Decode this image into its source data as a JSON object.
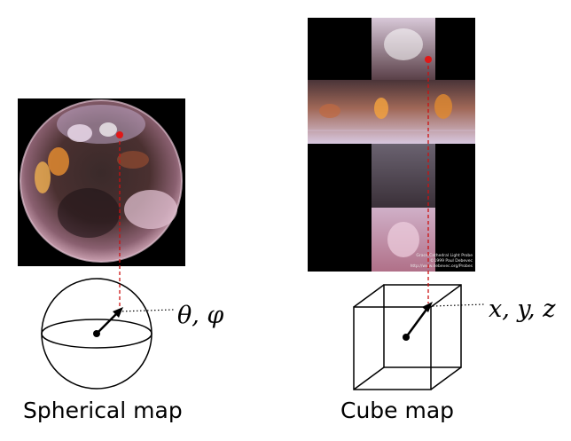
{
  "spherical": {
    "caption": "Spherical map",
    "coord_label": "θ, φ"
  },
  "cube": {
    "caption": "Cube map",
    "coord_label": "x, y, z",
    "credit_lines": [
      "Grace Cathedral Light Probe",
      "©1999 Paul Debevec",
      "http://www.debevec.org/Probes"
    ]
  },
  "colors": {
    "guide_line": "#cc1111",
    "sample_point": "#e01818",
    "image_background": "#000000"
  }
}
